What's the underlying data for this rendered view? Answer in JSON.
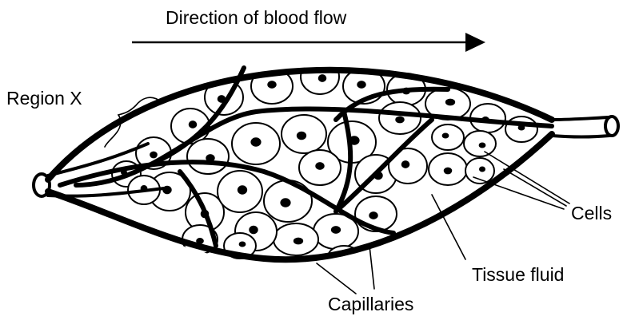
{
  "title": "Direction of blood flow",
  "labels": {
    "region": "Region X",
    "cells": "Cells",
    "tissue_fluid": "Tissue fluid",
    "capillaries": "Capillaries"
  },
  "colors": {
    "ink": "#000000",
    "background": "#ffffff"
  }
}
